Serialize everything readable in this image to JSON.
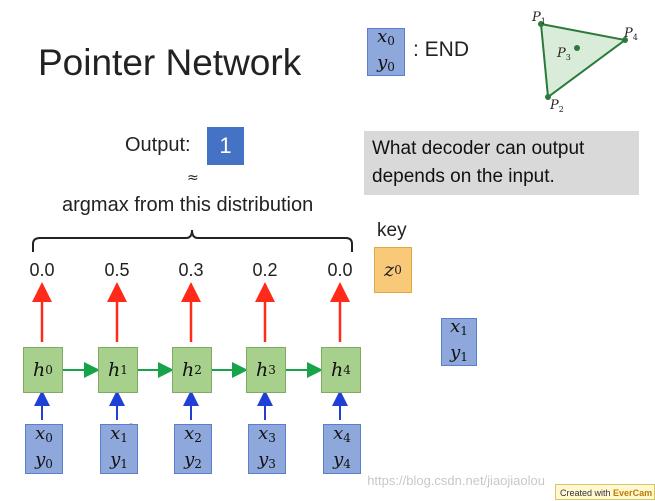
{
  "title": "Pointer Network",
  "end_token": {
    "x": "x",
    "x_sub": "0",
    "y": "y",
    "y_sub": "0",
    "label": ": END"
  },
  "output": {
    "label": "Output:",
    "value": "1"
  },
  "approx_symbol": "≈",
  "argmax_label": "argmax from this distribution",
  "info_text_line1": "What decoder can output",
  "info_text_line2": "depends on the input.",
  "key_label": "key",
  "z": {
    "base": "z",
    "sup": "0"
  },
  "probabilities": [
    "0.0",
    "0.5",
    "0.3",
    "0.2",
    "0.0"
  ],
  "hidden": [
    {
      "base": "h",
      "sup": "0"
    },
    {
      "base": "h",
      "sup": "1"
    },
    {
      "base": "h",
      "sup": "2"
    },
    {
      "base": "h",
      "sup": "3"
    },
    {
      "base": "h",
      "sup": "4"
    }
  ],
  "inputs": [
    {
      "x": "x",
      "xs": "0",
      "y": "y",
      "ys": "0"
    },
    {
      "x": "x",
      "xs": "1",
      "y": "y",
      "ys": "1"
    },
    {
      "x": "x",
      "xs": "2",
      "y": "y",
      "ys": "2"
    },
    {
      "x": "x",
      "xs": "3",
      "y": "y",
      "ys": "3"
    },
    {
      "x": "x",
      "xs": "4",
      "y": "y",
      "ys": "4"
    }
  ],
  "decoder_input": {
    "x": "x",
    "xs": "1",
    "y": "y",
    "ys": "1"
  },
  "triangle_points": [
    "P",
    "1",
    "P",
    "2",
    "P",
    "3",
    "P",
    "4"
  ],
  "watermark": "https://blog.csdn.net/jiaojiaolou",
  "badge": {
    "prefix": "Created with",
    "brand": "EverCam"
  },
  "colors": {
    "input_box": "#8fa8dc",
    "hidden_box": "#a8d08d",
    "output_box": "#4472c4",
    "z_box": "#f9c97a",
    "red_arrow": "#ff2a1a",
    "green_arrow": "#17a34a",
    "blue_arrow": "#1f3fd6"
  }
}
